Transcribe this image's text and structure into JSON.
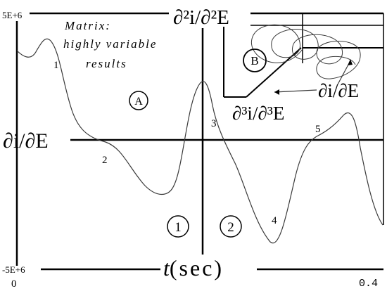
{
  "axis": {
    "y_top_label": "5E+6",
    "y_bottom_label": "-5E+6",
    "x_left_label": "0",
    "x_right_label": "0.4",
    "x_title_italic": "t",
    "x_title_units": "(sec)",
    "y_mid_label": "∂i/∂E"
  },
  "matrix_note": {
    "line1": "Matrix:",
    "line2": "highly variable",
    "line3": "results"
  },
  "regions": {
    "a": "A",
    "b": "B",
    "one": "1",
    "two": "2"
  },
  "curve_points": {
    "p1": "1",
    "p2": "2",
    "p3": "3",
    "p4": "4",
    "p5": "5"
  },
  "inset": {
    "second_derivative": "∂²i/∂²E",
    "third_derivative": "∂³i/∂³E",
    "first_derivative": "∂i/∂E"
  },
  "colors": {
    "ink": "#000000",
    "curve": "#3a3a3a",
    "background": "#ffffff"
  }
}
